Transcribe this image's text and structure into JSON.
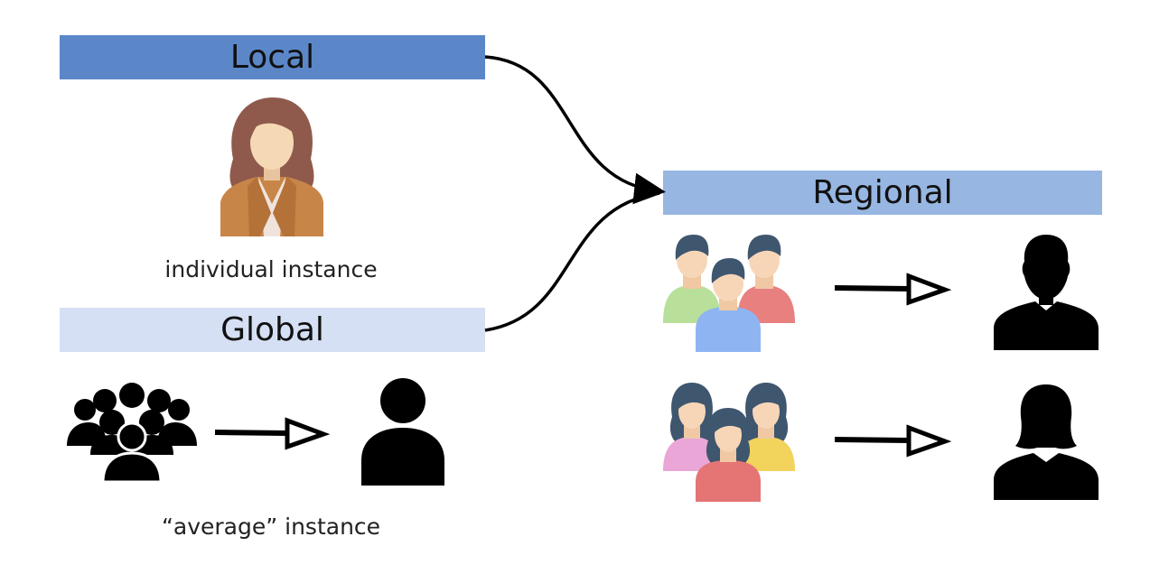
{
  "local": {
    "label": "Local",
    "color": "#5b87c8",
    "caption": "individual instance"
  },
  "global": {
    "label": "Global",
    "color": "#d5e0f4",
    "caption": "“average” instance"
  },
  "regional": {
    "label": "Regional",
    "color": "#97b6e2"
  },
  "icons": {
    "local_person": "woman-avatar-icon",
    "global_group": "crowd-icon",
    "global_result": "average-person-icon",
    "regional_group_1": "men-group-icon",
    "regional_result_1": "male-silhouette-icon",
    "regional_group_2": "women-group-icon",
    "regional_result_2": "female-silhouette-icon"
  }
}
